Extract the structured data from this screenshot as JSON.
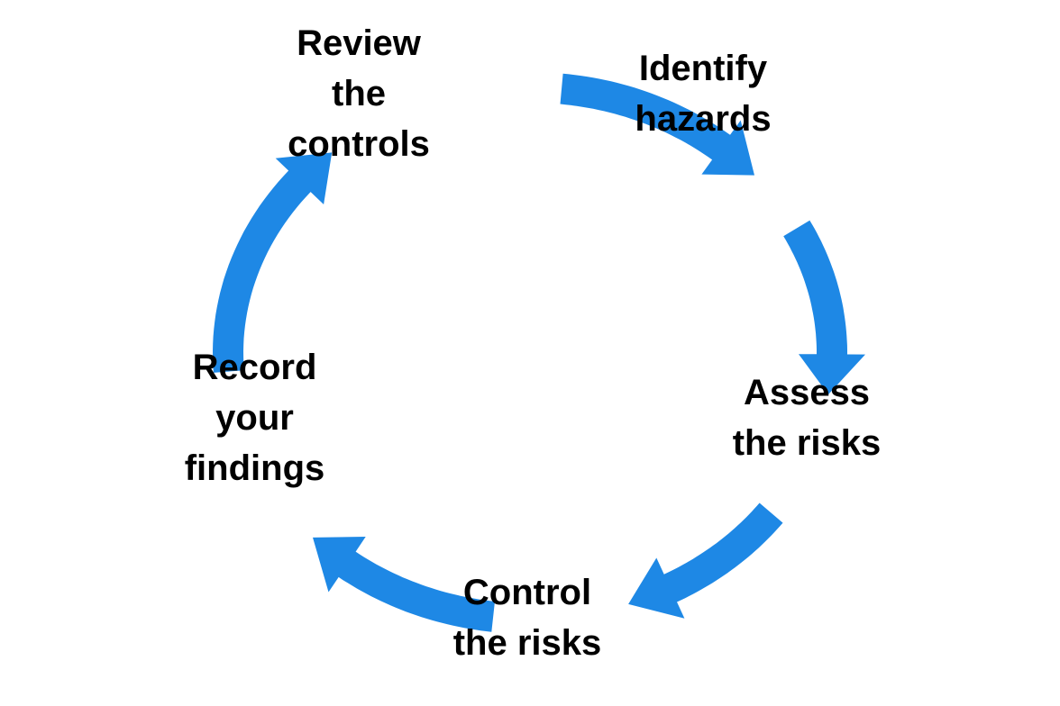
{
  "accent_color": "#1E88E5",
  "text_color": "#000000",
  "cycle": {
    "steps": [
      {
        "id": "review",
        "lines": [
          "Review",
          "the",
          "controls"
        ]
      },
      {
        "id": "identify",
        "lines": [
          "Identify",
          "hazards"
        ]
      },
      {
        "id": "assess",
        "lines": [
          "Assess",
          "the risks"
        ]
      },
      {
        "id": "control",
        "lines": [
          "Control",
          "the risks"
        ]
      },
      {
        "id": "record",
        "lines": [
          "Record",
          "your",
          "findings"
        ]
      }
    ],
    "arrows": [
      {
        "from": "review",
        "to": "identify",
        "icon": "arrow-icon"
      },
      {
        "from": "identify",
        "to": "assess",
        "icon": "arrow-icon"
      },
      {
        "from": "assess",
        "to": "control",
        "icon": "arrow-icon"
      },
      {
        "from": "control",
        "to": "record",
        "icon": "arrow-icon"
      },
      {
        "from": "record",
        "to": "review",
        "icon": "arrow-icon"
      }
    ]
  }
}
